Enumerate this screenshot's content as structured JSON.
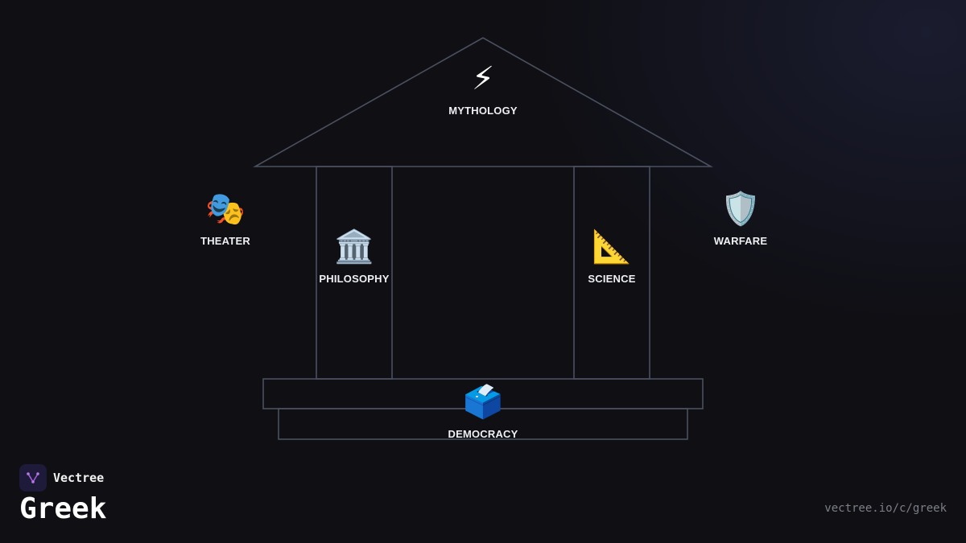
{
  "nodes": {
    "mythology": {
      "label": "MYTHOLOGY",
      "icon": "⚡",
      "icon_name": "lightning-icon"
    },
    "theater": {
      "label": "THEATER",
      "icon": "🎭",
      "icon_name": "theater-masks-icon"
    },
    "philosophy": {
      "label": "PHILOSOPHY",
      "icon": "🏛️",
      "icon_name": "classical-building-icon"
    },
    "science": {
      "label": "SCIENCE",
      "icon": "📐",
      "icon_name": "triangular-ruler-icon"
    },
    "warfare": {
      "label": "WARFARE",
      "icon": "🛡️",
      "icon_name": "shield-icon"
    },
    "democracy": {
      "label": "DEMOCRACY",
      "icon": "🗳️",
      "icon_name": "ballot-box-icon"
    }
  },
  "brand": {
    "name": "Vectree",
    "logo_icon": "vectree-logo-icon"
  },
  "page": {
    "title": "Greek",
    "url": "vectree.io/c/greek"
  },
  "colors": {
    "background": "#0f0f14",
    "outline": "#4a5060",
    "label": "#eef0f4",
    "brand_accent": "#a05ad8"
  }
}
